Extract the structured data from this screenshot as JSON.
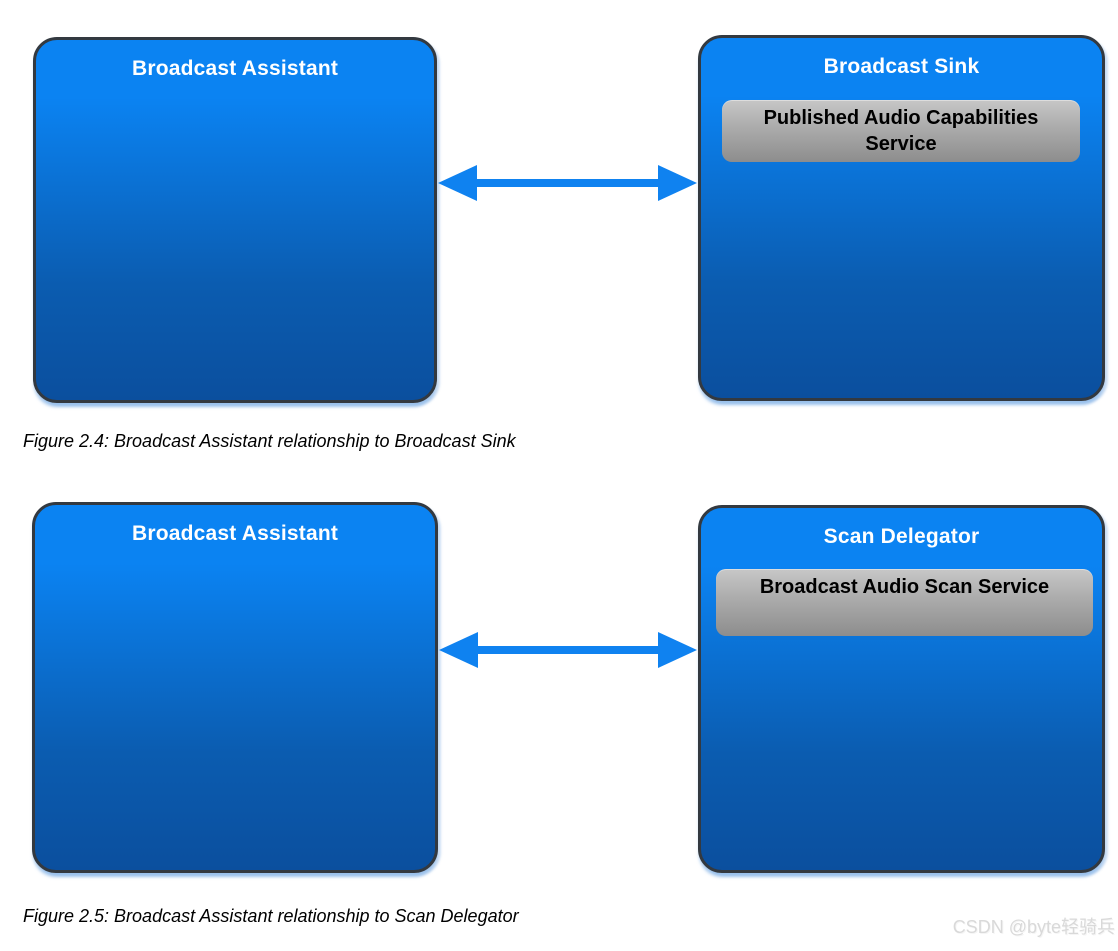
{
  "figures": [
    {
      "left_entity": "Broadcast Assistant",
      "right_entity": "Broadcast Sink",
      "right_service": "Published Audio Capabilities Service",
      "caption": "Figure 2.4: Broadcast Assistant relationship to Broadcast Sink"
    },
    {
      "left_entity": "Broadcast Assistant",
      "right_entity": "Scan Delegator",
      "right_service": "Broadcast Audio Scan Service",
      "caption": "Figure 2.5: Broadcast Assistant relationship to Scan Delegator"
    }
  ],
  "watermark": "CSDN @byte轻骑兵",
  "colors": {
    "entity_gradient_top": "#0b83f2",
    "entity_gradient_bottom": "#0b4f9e",
    "entity_border": "#333940",
    "entity_title_text": "#ffffff",
    "service_gradient_top": "#c7c7c7",
    "service_gradient_bottom": "#8d8d8d",
    "service_text": "#000000",
    "arrow": "#0f82f0",
    "caption_text": "#000000",
    "watermark_text": "#d9d9d9"
  }
}
